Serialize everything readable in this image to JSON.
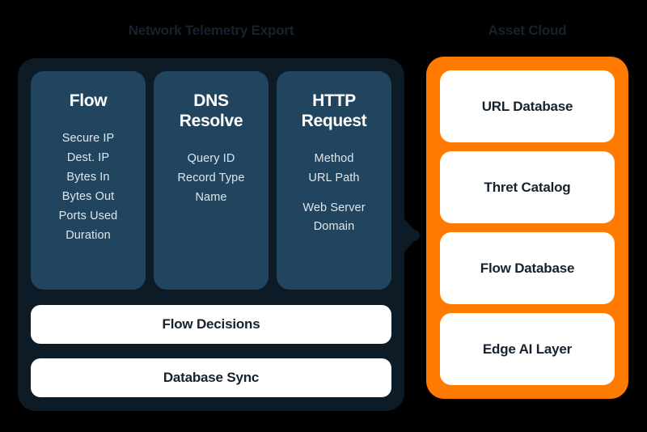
{
  "sections": {
    "left": {
      "title": "Network Telemetry Export"
    },
    "right": {
      "title": "Asset Cloud"
    }
  },
  "colors": {
    "background": "#000000",
    "panel_dark": "#0d1b26",
    "card_blue": "#22455f",
    "panel_orange": "#ff7a00",
    "card_white": "#ffffff",
    "text_dark": "#16222e",
    "text_light": "#dfe6ea"
  },
  "telemetry_cards": [
    {
      "heading": "Flow",
      "heading_lines": [
        "Flow"
      ],
      "fields": [
        "Secure IP",
        "Dest. IP",
        "Bytes In",
        "Bytes Out",
        "Ports Used",
        "Duration"
      ]
    },
    {
      "heading": "DNS Resolve",
      "heading_lines": [
        "DNS",
        "Resolve"
      ],
      "fields": [
        "Query ID",
        "Record Type",
        "Name"
      ]
    },
    {
      "heading": "HTTP Request",
      "heading_lines": [
        "HTTP",
        "Request"
      ],
      "fields": [
        "Method",
        "URL Path",
        "Web Server",
        "Domain"
      ]
    }
  ],
  "pill_bars": [
    {
      "label": "Flow Decisions"
    },
    {
      "label": "Database Sync"
    }
  ],
  "asset_cards": [
    {
      "label": "URL Database"
    },
    {
      "label": "Thret Catalog"
    },
    {
      "label": "Flow Database"
    },
    {
      "label": "Edge AI Layer"
    }
  ],
  "arrow": {
    "icon": "arrow-right-icon",
    "direction": "right"
  }
}
